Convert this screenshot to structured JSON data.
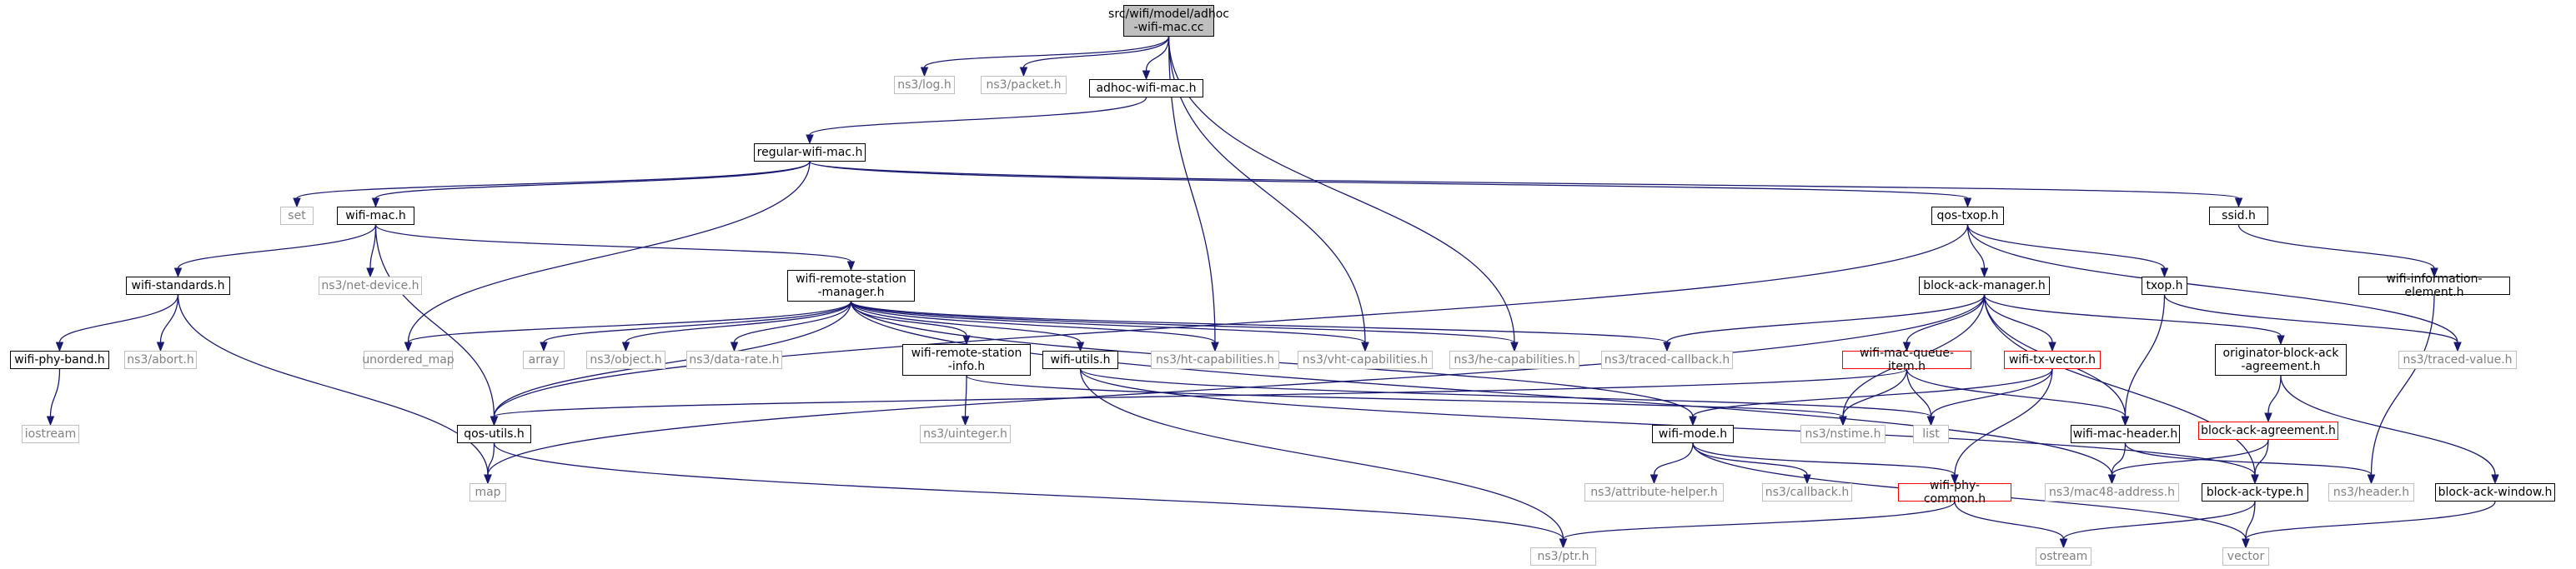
{
  "colors": {
    "edge": "#191970",
    "node_border": "#000000",
    "system_header_border": "#bfbfbf",
    "system_header_text": "#808080",
    "incomplete_node_border": "#ff0000",
    "root_fill": "#bfbfbf"
  },
  "nodes": {
    "adhoc_wifi_mac_cc": "src/wifi/model/adhoc\n-wifi-mac.cc",
    "ns3_log_h": "ns3/log.h",
    "ns3_packet_h": "ns3/packet.h",
    "adhoc_wifi_mac_h": "adhoc-wifi-mac.h",
    "regular_wifi_mac_h": "regular-wifi-mac.h",
    "set": "set",
    "wifi_mac_h": "wifi-mac.h",
    "qos_txop_h": "qos-txop.h",
    "ssid_h": "ssid.h",
    "wifi_standards_h": "wifi-standards.h",
    "ns3_net_device_h": "ns3/net-device.h",
    "wifi_remote_station_manager_h": "wifi-remote-station\n-manager.h",
    "wifi_information_element_h": "wifi-information-element.h",
    "wifi_phy_band_h": "wifi-phy-band.h",
    "ns3_abort_h": "ns3/abort.h",
    "unordered_map": "unordered_map",
    "array": "array",
    "ns3_object_h": "ns3/object.h",
    "ns3_data_rate_h": "ns3/data-rate.h",
    "wifi_remote_station_info_h": "wifi-remote-station\n-info.h",
    "wifi_utils_h": "wifi-utils.h",
    "ns3_ht_capabilities_h": "ns3/ht-capabilities.h",
    "ns3_vht_capabilities_h": "ns3/vht-capabilities.h",
    "ns3_he_capabilities_h": "ns3/he-capabilities.h",
    "ns3_traced_callback_h": "ns3/traced-callback.h",
    "block_ack_manager_h": "block-ack-manager.h",
    "txop_h": "txop.h",
    "ns3_traced_value_h": "ns3/traced-value.h",
    "iostream": "iostream",
    "qos_utils_h": "qos-utils.h",
    "ns3_uinteger_h": "ns3/uinteger.h",
    "wifi_mac_queue_item_h": "wifi-mac-queue-item.h",
    "wifi_tx_vector_h": "wifi-tx-vector.h",
    "originator_block_ack_agreement_h": "originator-block-ack\n-agreement.h",
    "ns3_nstime_h": "ns3/nstime.h",
    "list": "list",
    "wifi_mode_h": "wifi-mode.h",
    "wifi_mac_header_h": "wifi-mac-header.h",
    "block_ack_agreement_h": "block-ack-agreement.h",
    "map": "map",
    "ns3_attribute_helper_h": "ns3/attribute-helper.h",
    "ns3_callback_h": "ns3/callback.h",
    "wifi_phy_common_h": "wifi-phy-common.h",
    "ns3_mac48_address_h": "ns3/mac48-address.h",
    "block_ack_type_h": "block-ack-type.h",
    "ns3_header_h": "ns3/header.h",
    "block_ack_window_h": "block-ack-window.h",
    "ns3_ptr_h": "ns3/ptr.h",
    "ostream": "ostream",
    "vector": "vector"
  }
}
